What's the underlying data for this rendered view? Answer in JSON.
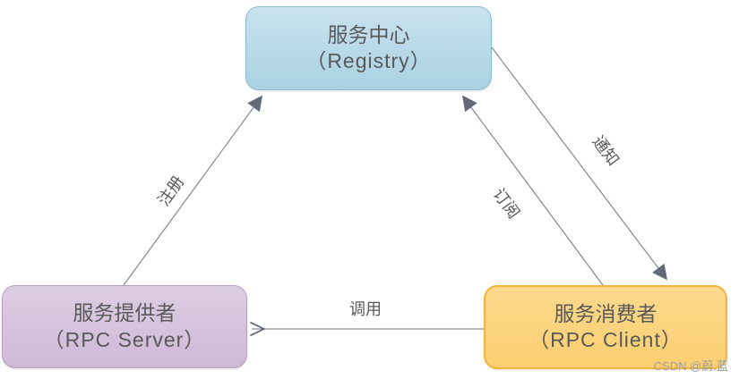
{
  "diagram": {
    "nodes": {
      "registry": {
        "title": "服务中心",
        "subtitle": "（Registry）",
        "fill": "#aed4e5",
        "border": "#8cbdd2"
      },
      "server": {
        "title": "服务提供者",
        "subtitle": "（RPC Server）",
        "fill": "#d6c3dd",
        "border": "#b79fc2"
      },
      "client": {
        "title": "服务消费者",
        "subtitle": "（RPC Client）",
        "fill": "#fbd27d",
        "border": "#f3b53e"
      }
    },
    "edges": {
      "register": {
        "label": "注册",
        "from": "服务提供者",
        "to": "服务中心"
      },
      "subscribe": {
        "label": "订阅",
        "from": "服务消费者",
        "to": "服务中心"
      },
      "notify": {
        "label": "通知",
        "from": "服务中心",
        "to": "服务消费者"
      },
      "invoke": {
        "label": "调用",
        "from": "服务消费者",
        "to": "服务提供者"
      }
    },
    "line_color": "#8a8f98",
    "arrow_color": "#646a75"
  },
  "watermark": {
    "text": "CSDN @蔚.蓝"
  }
}
